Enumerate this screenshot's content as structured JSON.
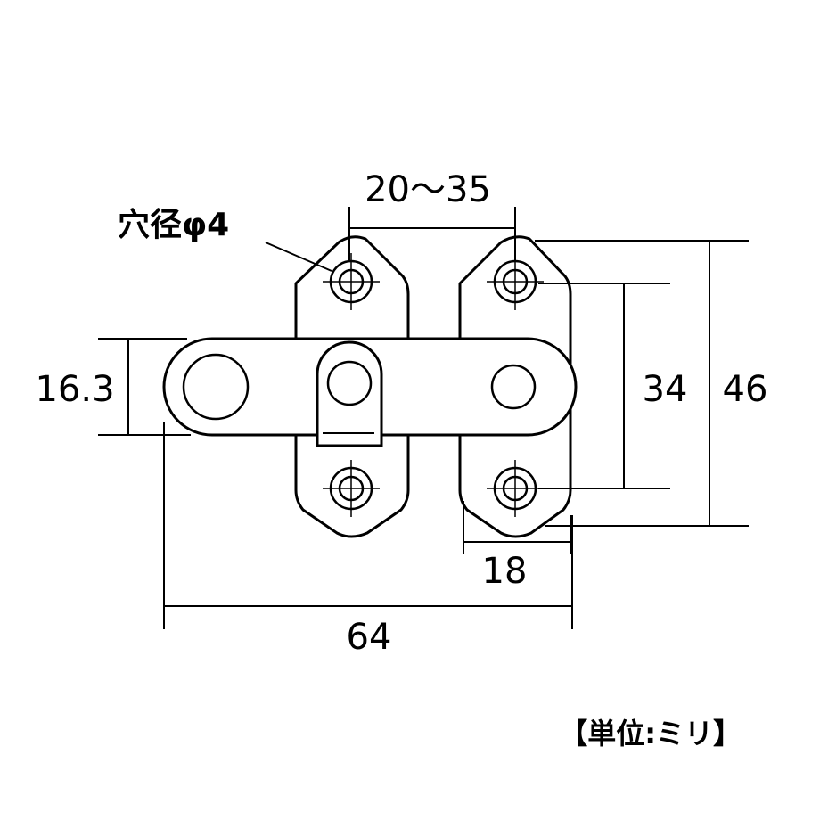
{
  "labels": {
    "slot_range": "20～35",
    "hole_diameter": "穴径φ4",
    "bar_height": "16.3",
    "hole_pitch": "34",
    "plate_height": "46",
    "plate_width": "18",
    "overall_length": "64",
    "unit": "【単位:ミリ】"
  }
}
